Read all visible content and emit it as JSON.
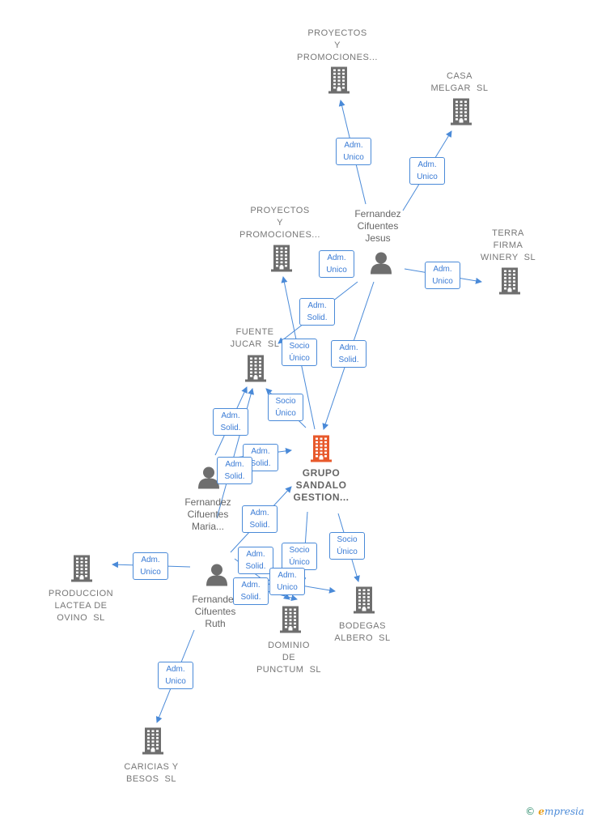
{
  "companies": {
    "grupo_sandalo": "GRUPO\nSANDALO\nGESTION...",
    "proyectos_top": "PROYECTOS\nY\nPROMOCIONES...",
    "casa_melgar": "CASA\nMELGAR  SL",
    "proyectos_mid": "PROYECTOS\nY\nPROMOCIONES...",
    "terra_firma": "TERRA\nFIRMA\nWINERY  SL",
    "fuente_jucar": "FUENTE\nJUCAR  SL",
    "produccion_lactea": "PRODUCCION\nLACTEA DE\nOVINO  SL",
    "bodegas_albero": "BODEGAS\nALBERO  SL",
    "dominio_punctum": "DOMINIO\nDE\nPUNCTUM  SL",
    "caricias_besos": "CARICIAS Y\nBESOS  SL"
  },
  "persons": {
    "jesus": "Fernandez\nCifuentes\nJesus",
    "maria": "Fernandez\nCifuentes\nMaria...",
    "ruth": "Fernandez\nCifuentes\nRuth"
  },
  "edge_labels": {
    "e1": [
      "Adm.",
      "Unico"
    ],
    "e2": [
      "Adm.",
      "Unico"
    ],
    "e3": [
      "Adm.",
      "Unico"
    ],
    "e4": [
      "Adm.",
      "Unico"
    ],
    "e5": [
      "Adm.",
      "Solid."
    ],
    "e6": [
      "Adm.",
      "Solid."
    ],
    "e7": [
      "Socio",
      "Único"
    ],
    "e8": [
      "Socio",
      "Único"
    ],
    "e9": [
      "Adm.",
      "Solid."
    ],
    "e10": [
      "Adm.",
      "Solid."
    ],
    "e11": [
      "Adm.",
      "Solid."
    ],
    "e12": [
      "Adm.",
      "Solid."
    ],
    "e13": [
      "Adm.",
      "Unico"
    ],
    "e14": [
      "Socio",
      "Único"
    ],
    "e15": [
      "Socio",
      "Único"
    ],
    "e16": [
      "Adm.",
      "Solid."
    ],
    "e17": [
      "Adm.",
      "Unico"
    ],
    "e18": [
      "Adm.",
      "Solid."
    ],
    "e19": [
      "Adm.",
      "Unico"
    ]
  },
  "colors": {
    "edge": "#4a8ad8",
    "building": "#6e6e6e",
    "main_building": "#e8592b",
    "person": "#6e6e6e"
  },
  "footer": {
    "copyright": "©",
    "brand_first": "e",
    "brand_rest": "mpresia"
  }
}
